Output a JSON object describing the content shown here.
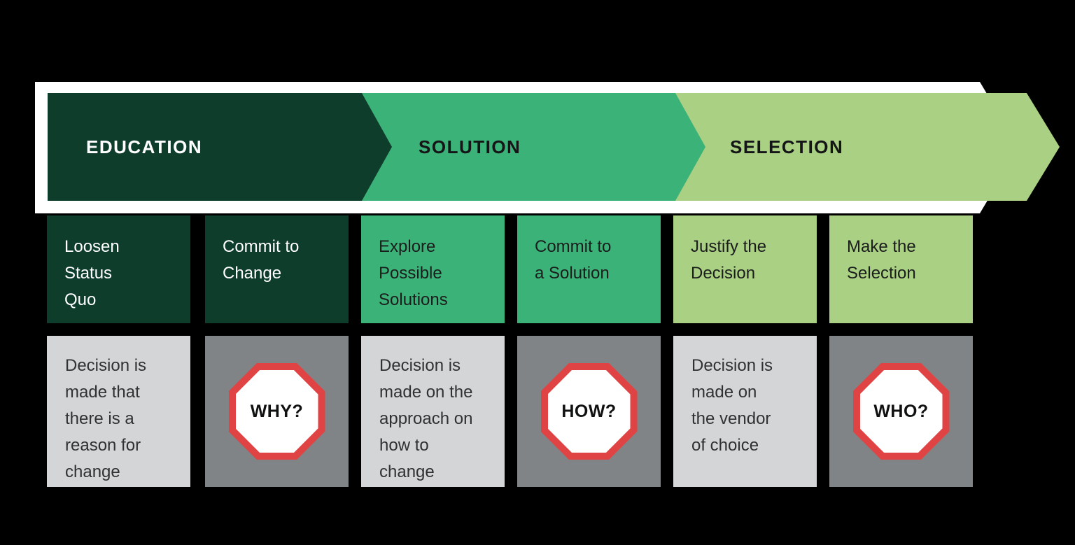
{
  "canvas": {
    "background": "#000000"
  },
  "palette": {
    "education_dark_green": "#0e3d2c",
    "solution_medium_green": "#3bb278",
    "selection_light_green": "#a9d083",
    "detail_light_gray": "#d3d5d6",
    "detail_medium_gray": "#818487",
    "stop_sign_red": "#e04343",
    "band_white": "#ffffff"
  },
  "phases": [
    {
      "label": "EDUCATION"
    },
    {
      "label": "SOLUTION"
    },
    {
      "label": "SELECTION"
    }
  ],
  "steps": [
    {
      "label": "Loosen\nStatus\nQuo"
    },
    {
      "label": "Commit to\nChange"
    },
    {
      "label": "Explore\nPossible\nSolutions"
    },
    {
      "label": "Commit to\na Solution"
    },
    {
      "label": "Justify the\nDecision"
    },
    {
      "label": "Make the\nSelection"
    }
  ],
  "details": [
    {
      "kind": "text",
      "text": "Decision is\nmade that\nthere is a\nreason for\nchange"
    },
    {
      "kind": "stop",
      "label": "WHY?"
    },
    {
      "kind": "text",
      "text": "Decision is\nmade on the\napproach on\nhow to\nchange"
    },
    {
      "kind": "stop",
      "label": "HOW?"
    },
    {
      "kind": "text",
      "text": "Decision is\nmade on\nthe vendor\nof choice"
    },
    {
      "kind": "stop",
      "label": "WHO?"
    }
  ]
}
